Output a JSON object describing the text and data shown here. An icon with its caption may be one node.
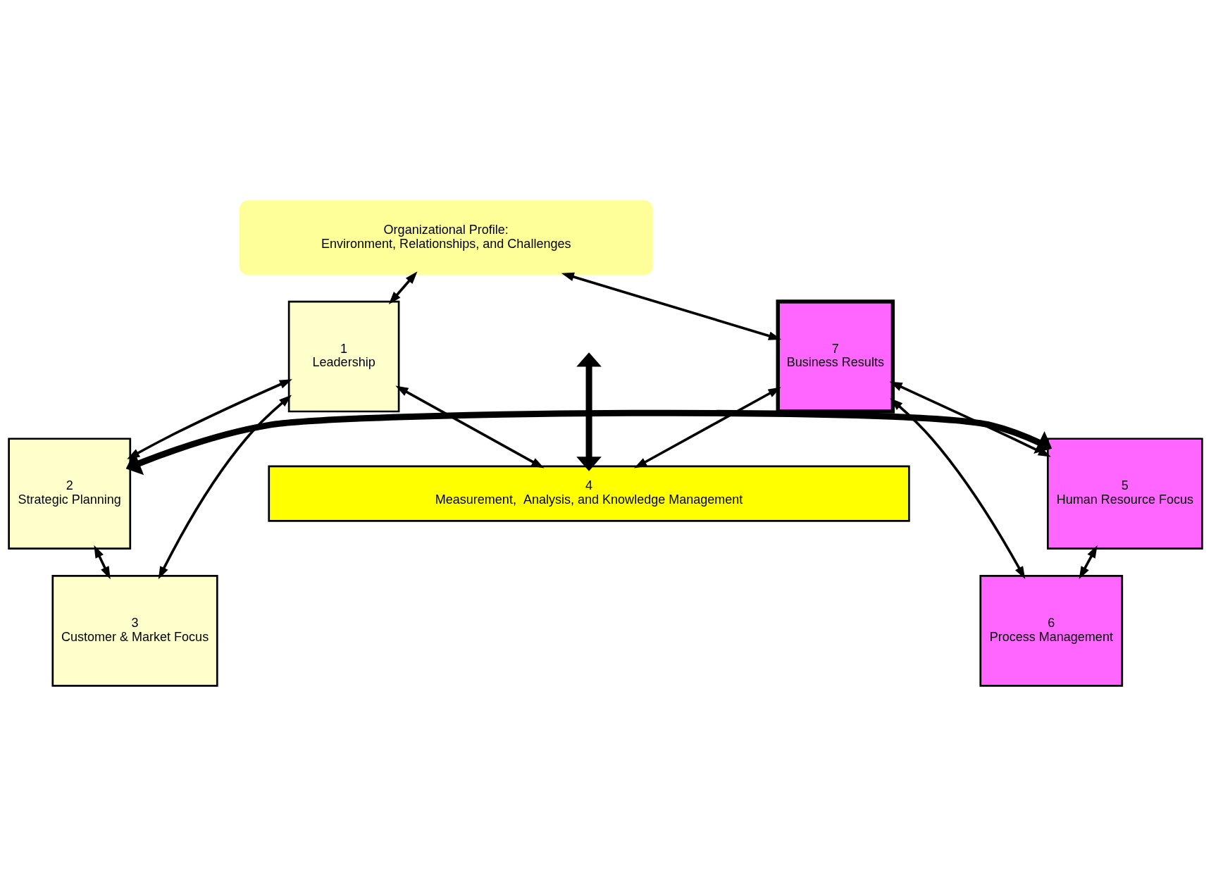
{
  "diagram": {
    "nodes": [
      {
        "text": [
          "Organizational Profile:",
          "Environment, Relationships, and Challenges"
        ]
      },
      {
        "text": [
          "2",
          "Strategic Planning"
        ]
      },
      {
        "text": [
          "5",
          "Human Resource Focus"
        ]
      },
      {
        "text": [
          "1",
          "Leadership"
        ]
      },
      {
        "text": [
          "7",
          "Business Results"
        ]
      },
      {
        "text": [
          "3",
          "Customer & Market Focus"
        ]
      },
      {
        "text": [
          "6",
          "Process Management"
        ]
      },
      {
        "text": [
          "4",
          "Measurement,  Analysis, and Knowledge Management"
        ]
      }
    ],
    "edges": [
      {
        "from": 0,
        "to": 3,
        "arrow": "both"
      },
      {
        "from": 0,
        "to": 4,
        "arrow": "both"
      },
      {
        "from": 3,
        "to": 1,
        "arrow": "both"
      },
      {
        "from": 3,
        "to": 5,
        "arrow": "both"
      },
      {
        "from": 1,
        "to": 5,
        "arrow": "both"
      },
      {
        "from": 1,
        "to": 2,
        "arrow": "both",
        "style": "thick"
      },
      {
        "from": 2,
        "to": 4,
        "arrow": "both"
      },
      {
        "from": 2,
        "to": 6,
        "arrow": "both"
      },
      {
        "from": 6,
        "to": 4,
        "arrow": "both"
      },
      {
        "from": null,
        "to": 7,
        "arrow": "both",
        "style": "thick"
      },
      {
        "from": 3,
        "to": 7,
        "arrow": "both"
      },
      {
        "from": 4,
        "to": 7,
        "arrow": "both"
      }
    ]
  }
}
